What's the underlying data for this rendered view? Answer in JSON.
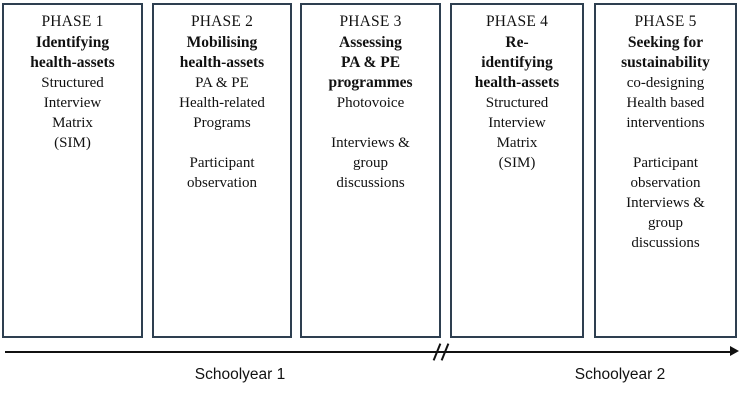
{
  "diagram": {
    "title": "Five-phase research process timeline",
    "border_color": "#2e3f50",
    "text_color": "#111111",
    "background": "#ffffff"
  },
  "phases": [
    {
      "number": "PHASE 1",
      "title_lines": [
        "Identifying",
        "health-assets"
      ],
      "body_blocks": [
        [
          "Structured",
          "Interview",
          "Matrix",
          "(SIM)"
        ]
      ]
    },
    {
      "number": "PHASE 2",
      "title_lines": [
        "Mobilising",
        "health-assets"
      ],
      "body_blocks": [
        [
          "PA & PE",
          "Health-related",
          "Programs"
        ],
        [
          "Participant",
          "observation"
        ]
      ]
    },
    {
      "number": "PHASE 3",
      "title_lines": [
        "Assessing",
        "PA & PE",
        "programmes"
      ],
      "body_blocks": [
        [
          "Photovoice"
        ],
        [
          "Interviews &",
          "group",
          "discussions"
        ]
      ]
    },
    {
      "number": "PHASE 4",
      "title_lines": [
        "Re-",
        "identifying",
        "health-assets"
      ],
      "body_blocks": [
        [
          "Structured",
          "Interview",
          "Matrix",
          "(SIM)"
        ]
      ]
    },
    {
      "number": "PHASE 5",
      "title_lines": [
        "Seeking for",
        "sustainability"
      ],
      "body_blocks": [
        [
          "co-designing",
          "Health based",
          "interventions"
        ],
        [
          "Participant",
          "observation",
          "Interviews &",
          "group",
          "discussions"
        ]
      ]
    }
  ],
  "timeline": {
    "break_symbol": "//",
    "labels": [
      {
        "text": "Schoolyear 1"
      },
      {
        "text": "Schoolyear 2"
      }
    ]
  }
}
